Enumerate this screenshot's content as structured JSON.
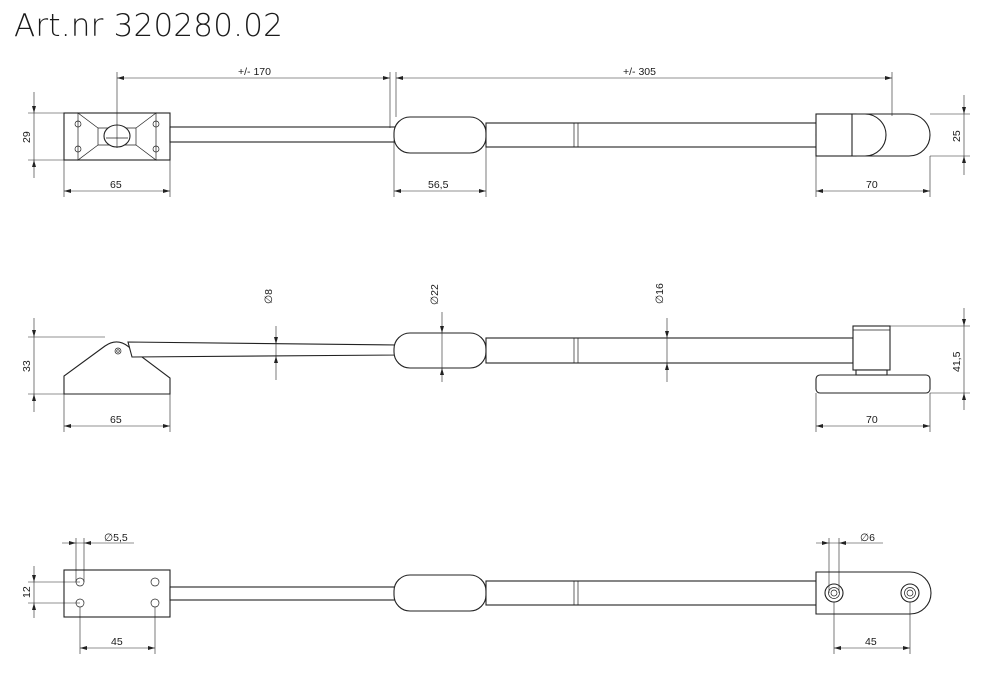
{
  "title": "Art.nr 320280.02",
  "views": {
    "top": {
      "dims": {
        "d1": "+/- 170",
        "d2": "+/- 305",
        "d3": "29",
        "d4": "65",
        "d5": "56,5",
        "d6": "70",
        "d7": "25"
      }
    },
    "side": {
      "dims": {
        "d1": "∅8",
        "d2": "∅22",
        "d3": "∅16",
        "d4": "33",
        "d5": "65",
        "d6": "70",
        "d7": "41,5"
      }
    },
    "bottom": {
      "dims": {
        "d1": "∅5,5",
        "d2": "12",
        "d3": "45",
        "d4": "∅6",
        "d5": "45"
      }
    }
  }
}
